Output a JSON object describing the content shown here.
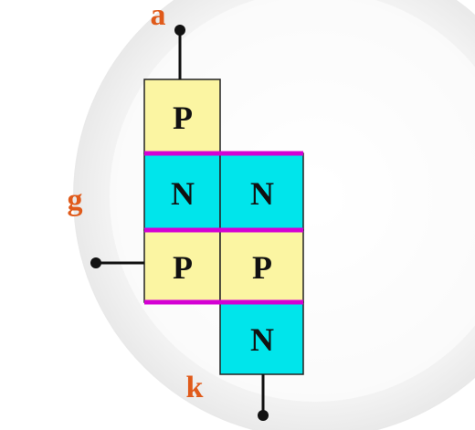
{
  "diagram": {
    "terminals": {
      "anode": "a",
      "gate": "g",
      "cathode": "k"
    },
    "layers": {
      "left_col": [
        "P",
        "N",
        "P"
      ],
      "right_col": [
        "N",
        "P",
        "N"
      ]
    },
    "colors": {
      "p_fill": "#fbf5a2",
      "n_fill": "#00e5eb",
      "junction": "#d400d4",
      "outline": "#222222",
      "terminal_label": "#e05a1a",
      "lead": "#111111"
    }
  }
}
